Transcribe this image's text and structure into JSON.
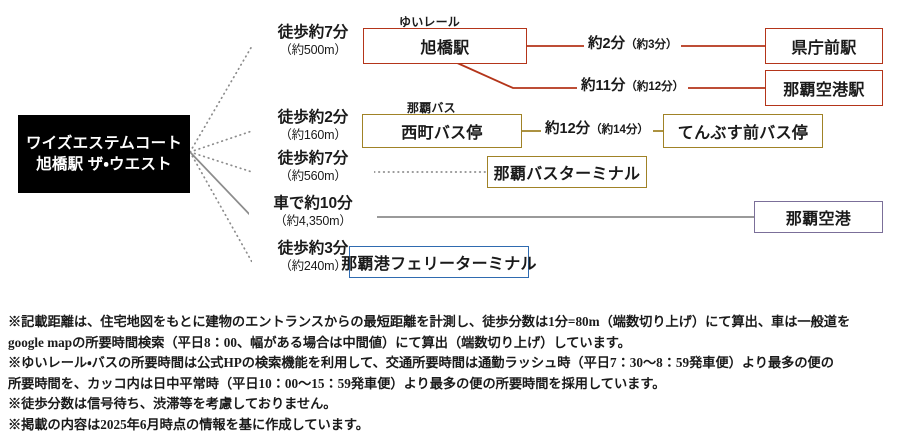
{
  "origin": {
    "name_line1": "ワイズエステムコート",
    "name_line2": "旭橋駅 ザ・ウエスト"
  },
  "legs": [
    {
      "id": "walk-asahibashi",
      "time": "徒歩約7分",
      "distance": "（約500m）"
    },
    {
      "id": "walk-nishimachi",
      "time": "徒歩約2分",
      "distance": "（約160m）"
    },
    {
      "id": "walk-bus-terminal",
      "time": "徒歩約7分",
      "distance": "（約560m）"
    },
    {
      "id": "car-naha-airport",
      "time": "車で約10分",
      "distance": "（約4,350m）"
    },
    {
      "id": "walk-ferry",
      "time": "徒歩約3分",
      "distance": "（約240m）"
    }
  ],
  "rides": [
    {
      "id": "kenchomae",
      "main": "約2分",
      "paren": "（約3分）"
    },
    {
      "id": "naha-kuko",
      "main": "約11分",
      "paren": "（約12分）"
    },
    {
      "id": "tenbusu",
      "main": "約12分",
      "paren": "（約14分）"
    }
  ],
  "captions": {
    "yui_rail": "ゆいレール",
    "naha_bus": "那覇バス"
  },
  "nodes": {
    "asahibashi_eki": "旭橋駅",
    "kenchomae_eki": "県庁前駅",
    "naha_kuko_eki": "那覇空港駅",
    "nishimachi_busstop": "西町バス停",
    "tenbusu_busstop": "てんぶす前バス停",
    "naha_bus_terminal": "那覇バスターミナル",
    "naha_kuko": "那覇空港",
    "naha_ferry": "那覇港フェリーターミナル"
  },
  "colors": {
    "rail": "#b4351a",
    "bus": "#a08226",
    "air": "#7b6f99",
    "ferry": "#2f6bb0",
    "wire": "#8c8c8c"
  },
  "notes": [
    "※記載距離は、住宅地図をもとに建物のエントランスからの最短距離を計測し、徒歩分数は1分=80m（端数切り上げ）にて算出、車は一般道を",
    "google mapの所要時間検索（平日8：00、幅がある場合は中間値）にて算出（端数切り上げ）しています。",
    "※ゆいレール・バスの所要時間は公式HPの検索機能を利用して、交通所要時間は通勤ラッシュ時（平日7：30～8：59発車便）より最多の便の",
    "所要時間を、カッコ内は日中平常時（平日10：00～15：59発車便）より最多の便の所要時間を採用しています。",
    "※徒歩分数は信号待ち、渋滞等を考慮しておりません。",
    "※掲載の内容は2025年6月時点の情報を基に作成しています。"
  ]
}
